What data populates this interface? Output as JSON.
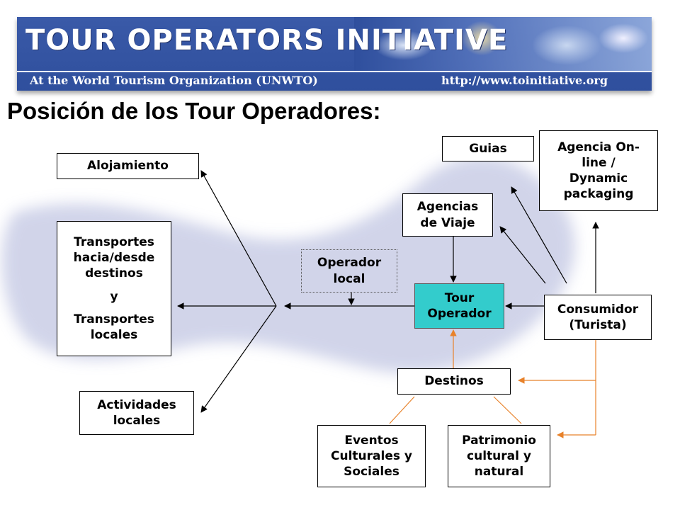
{
  "header": {
    "title": "TOUR OPERATORS INITIATIVE",
    "subtitle_left": "At the World Tourism Organization (UNWTO)",
    "subtitle_right": "http://www.toinitiative.org"
  },
  "page_title": "Posición de los Tour Operadores:",
  "nodes": {
    "alojamiento": "Alojamiento",
    "transportes_1": "Transportes",
    "transportes_2": "hacia/desde",
    "transportes_3": "destinos",
    "transportes_4": "y",
    "transportes_5": "Transportes",
    "transportes_6": "locales",
    "actividades_1": "Actividades",
    "actividades_2": "locales",
    "operador_local_1": "Operador",
    "operador_local_2": "local",
    "guias": "Guias",
    "agencia_online_1": "Agencia On-",
    "agencia_online_2": "line /",
    "agencia_online_3": "Dynamic",
    "agencia_online_4": "packaging",
    "agencias_viaje_1": "Agencias",
    "agencias_viaje_2": "de Viaje",
    "tour_operador_1": "Tour",
    "tour_operador_2": "Operador",
    "consumidor_1": "Consumidor",
    "consumidor_2": "(Turista)",
    "destinos": "Destinos",
    "eventos_1": "Eventos",
    "eventos_2": "Culturales y",
    "eventos_3": "Sociales",
    "patrimonio_1": "Patrimonio",
    "patrimonio_2": "cultural y",
    "patrimonio_3": "natural"
  },
  "colors": {
    "banner": "#2f4f9d",
    "tour_operador": "#33cccc",
    "orange_link": "#e8822a",
    "blob": "#c9cde6"
  }
}
